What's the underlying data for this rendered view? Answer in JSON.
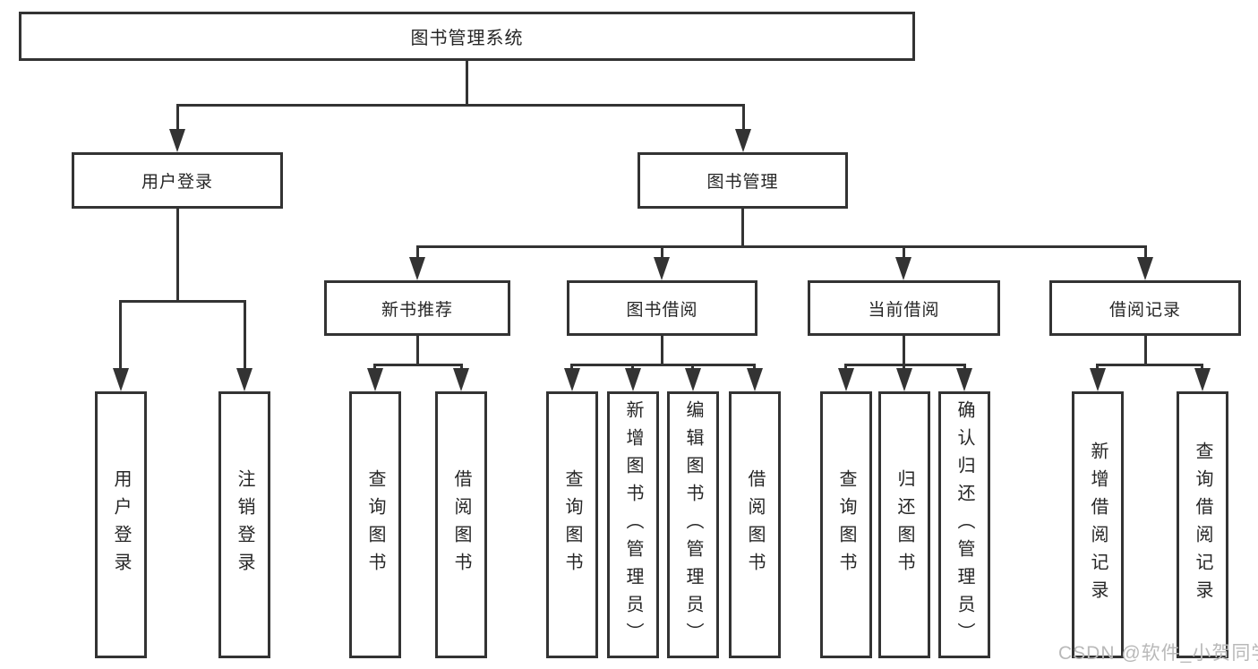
{
  "diagram_title": "图书管理系统",
  "tree": {
    "root": {
      "label": "图书管理系统"
    },
    "user_login": {
      "label": "用户登录",
      "children": {
        "login": {
          "label": "用户登录"
        },
        "logout": {
          "label": "注销登录"
        }
      }
    },
    "book_management": {
      "label": "图书管理",
      "children": {
        "new_book_recommend": {
          "label": "新书推荐",
          "children": {
            "query_books": {
              "label": "查询图书"
            },
            "borrow_books": {
              "label": "借阅图书"
            }
          }
        },
        "book_borrowing": {
          "label": "图书借阅",
          "children": {
            "query_books": {
              "label": "查询图书"
            },
            "add_books": {
              "label": "新增图书（管理员）"
            },
            "edit_books": {
              "label": "编辑图书（管理员）"
            },
            "borrow_books": {
              "label": "借阅图书"
            }
          }
        },
        "current_borrowing": {
          "label": "当前借阅",
          "children": {
            "query_books": {
              "label": "查询图书"
            },
            "return_books": {
              "label": "归还图书"
            },
            "confirm_return": {
              "label": "确认归还（管理员）"
            }
          }
        },
        "borrowing_records": {
          "label": "借阅记录",
          "children": {
            "add_record": {
              "label": "新增借阅记录"
            },
            "query_record": {
              "label": "查询借阅记录"
            }
          }
        }
      }
    }
  },
  "watermark": {
    "text": "CSDN @软件_小贺同学"
  },
  "colors": {
    "line": "#333333",
    "text": "#262626",
    "box_background": "#ffffff",
    "watermark": "#b9b9b9"
  }
}
